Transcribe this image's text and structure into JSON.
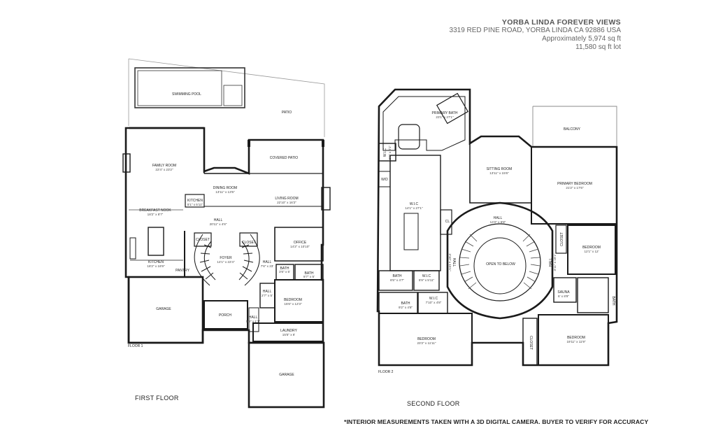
{
  "header": {
    "title": "YORBA LINDA FOREVER VIEWS",
    "address": "3319 RED PINE ROAD, YORBA LINDA CA 92886 USA",
    "approx": "Approximately 5,974 sq ft",
    "lot": "11,580 sq ft lot"
  },
  "floor1": {
    "caption": "FIRST FLOOR",
    "label": "FLOOR 1",
    "rooms": {
      "swimming_pool": {
        "name": "SWIMMING POOL"
      },
      "patio": {
        "name": "PATIO"
      },
      "covered_patio": {
        "name": "COVERED PATIO"
      },
      "family_room": {
        "name": "FAMILY ROOM",
        "dim": "22'4\" x 23'2\""
      },
      "kitchen_small": {
        "name": "KITCHEN",
        "dim": "5'1\" x 5'11\""
      },
      "dining_room": {
        "name": "DINING ROOM",
        "dim": "13'11\" x 13'5\""
      },
      "living_room": {
        "name": "LIVING ROOM",
        "dim": "22'10\" x 16'2\""
      },
      "breakfast_nook": {
        "name": "BREAKFAST NOOK",
        "dim": "18'2\" x 8'7\""
      },
      "hall": {
        "name": "HALL",
        "dim": "20'11\" x 4'6\""
      },
      "closet_left": {
        "name": "CLOSET"
      },
      "closet_right": {
        "name": "CLOSET"
      },
      "office": {
        "name": "OFFICE",
        "dim": "14'2\" x 10'10\""
      },
      "kitchen": {
        "name": "KITCHEN",
        "dim": "18'2\" x 16'9\""
      },
      "pantry": {
        "name": "PANTRY"
      },
      "foyer": {
        "name": "FOYER",
        "dim": "14'1\" x 22'4\""
      },
      "hall2": {
        "name": "HALL",
        "dim": "7'6\" x 23'"
      },
      "bath_a": {
        "name": "BATH",
        "dim": "3'6\" x 5'"
      },
      "bath_b": {
        "name": "BATH",
        "dim": "8'7\" x 5'"
      },
      "hall3": {
        "name": "HALL",
        "dim": "2'7\" x 5'"
      },
      "bedroom": {
        "name": "BEDROOM",
        "dim": "15'6\" x 12'3\""
      },
      "garage_left": {
        "name": "GARAGE"
      },
      "porch": {
        "name": "PORCH"
      },
      "hall4": {
        "name": "HALL",
        "dim": "5'9\" x 1'1\""
      },
      "laundry": {
        "name": "LAUNDRY",
        "dim": "15'5\" x 6'"
      },
      "garage_right": {
        "name": "GARAGE"
      }
    }
  },
  "floor2": {
    "caption": "SECOND FLOOR",
    "label": "FLOOR 2",
    "rooms": {
      "primary_bath": {
        "name": "PRIMARY BATH",
        "dim": "23'1\" x 27'1\""
      },
      "balcony": {
        "name": "BALCONY"
      },
      "wic_small": {
        "name": "W.I.C",
        "dim": "5'9\" x 4'1\""
      },
      "sitting_room": {
        "name": "SITTING ROOM",
        "dim": "13'11\" x 15'6\""
      },
      "primary_bedroom": {
        "name": "PRIMARY BEDROOM",
        "dim": "21'2\" x 17'6\""
      },
      "wd": {
        "name": "W/D"
      },
      "wic_large": {
        "name": "W.I.C",
        "dim": "14'1\" x 27'1\""
      },
      "cl": {
        "name": "CL"
      },
      "hall": {
        "name": "HALL",
        "dim": "14'2\" x 6'8\""
      },
      "closet_top": {
        "name": "CLOSET"
      },
      "bedroom_right": {
        "name": "BEDROOM",
        "dim": "12'1\" x 12'"
      },
      "open_to_below": {
        "name": "OPEN TO BELOW"
      },
      "hall_left": {
        "name": "HALL",
        "dim": "3'10\" x 15'1\""
      },
      "hall_right": {
        "name": "HALL",
        "dim": "3'11\" x 15'1\""
      },
      "bath_a": {
        "name": "BATH",
        "dim": "6'5\" x 4'7\""
      },
      "wic_b": {
        "name": "W.I.C",
        "dim": "5'9\" x 5'11\""
      },
      "bath_b": {
        "name": "BATH",
        "dim": "9'2\" x 4'8\""
      },
      "wic_c": {
        "name": "W.I.C",
        "dim": "7'10\" x 4'8\""
      },
      "sauna": {
        "name": "SAUNA",
        "dim": "6' x 8'9\""
      },
      "bath_c": {
        "name": "BATH"
      },
      "bedroom_left": {
        "name": "BEDROOM",
        "dim": "23'2\" x 11'11\""
      },
      "closet_bottom": {
        "name": "CLOSET"
      },
      "bedroom_bottom": {
        "name": "BEDROOM",
        "dim": "19'11\" x 11'9\""
      }
    }
  },
  "note": "*INTERIOR MEASUREMENTS TAKEN WITH A 3D DIGITAL CAMERA. BUYER TO VERIFY FOR ACCURACY"
}
